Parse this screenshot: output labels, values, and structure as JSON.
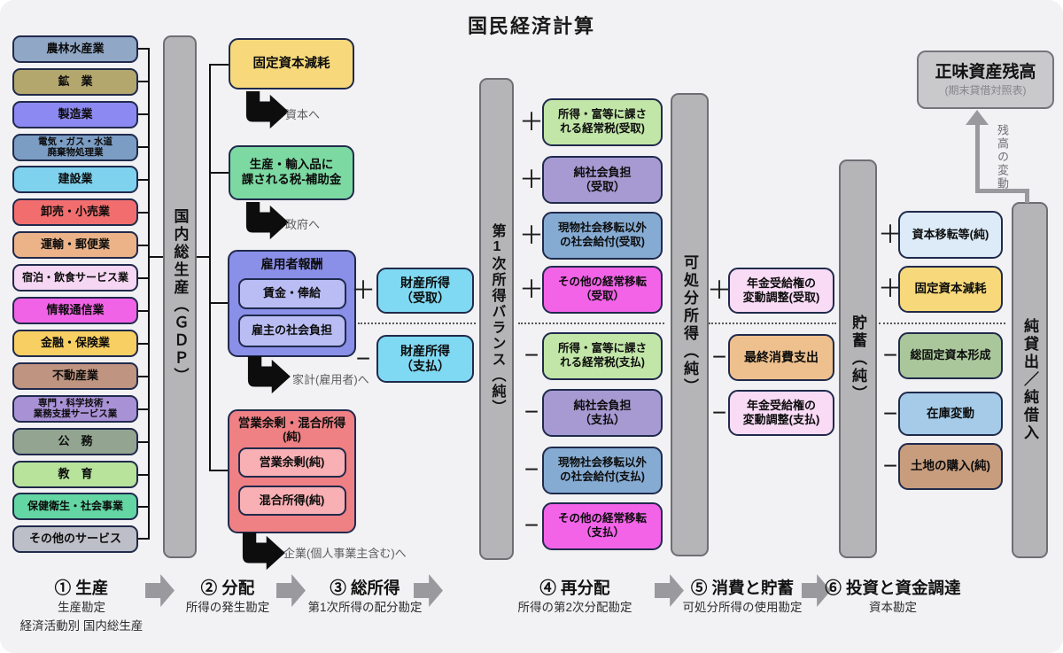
{
  "title": "国民経済計算",
  "industries": [
    {
      "lines": [
        "農林水産業"
      ],
      "color": "#90a7c6"
    },
    {
      "lines": [
        "鉱　業"
      ],
      "color": "#b3a76e"
    },
    {
      "lines": [
        "製造業"
      ],
      "color": "#8d89f2"
    },
    {
      "lines": [
        "電気・ガス・水道",
        "廃棄物処理業"
      ],
      "color": "#7b9dc4"
    },
    {
      "lines": [
        "建設業"
      ],
      "color": "#7fd2ee"
    },
    {
      "lines": [
        "卸売・小売業"
      ],
      "color": "#f26e6e"
    },
    {
      "lines": [
        "運輸・郵便業"
      ],
      "color": "#ecb389"
    },
    {
      "lines": [
        "宿泊・飲食サービス業"
      ],
      "color": "#f6d7f3"
    },
    {
      "lines": [
        "情報通信業"
      ],
      "color": "#f163e6"
    },
    {
      "lines": [
        "金融・保険業"
      ],
      "color": "#f8cf62"
    },
    {
      "lines": [
        "不動産業"
      ],
      "color": "#bf9480"
    },
    {
      "lines": [
        "専門・科学技術・",
        "業務支援サービス業"
      ],
      "color": "#a991d6"
    },
    {
      "lines": [
        "公　務"
      ],
      "color": "#93a591"
    },
    {
      "lines": [
        "教　育"
      ],
      "color": "#b7e39b"
    },
    {
      "lines": [
        "保健衛生・社会事業"
      ],
      "color": "#63d6a4"
    },
    {
      "lines": [
        "その他のサービス"
      ],
      "color": "#bcbfc7"
    }
  ],
  "bars": {
    "gdp": "国内総生産（ＧＤＰ）",
    "primary_income_balance": "第1次所得バランス（純）",
    "disposable_income": "可処分所得（純）",
    "saving": "貯蓄（純）",
    "net_lending": "純貸出／純借入"
  },
  "generation": {
    "fixed_capital": {
      "label": "固定資本減耗",
      "color": "#f7d97c",
      "arrow": "資本へ"
    },
    "taxes": {
      "lines": [
        "生産・輸入品に",
        "課される税-補助金"
      ],
      "color": "#7cd9a2",
      "arrow": "政府へ"
    },
    "compensation": {
      "title": "雇用者報酬",
      "color": "#8a8fe8",
      "inner_color": "#b9bdf4",
      "items": [
        "賃金・俸給",
        "雇主の社会負担"
      ],
      "arrow": "家計(雇用者)へ"
    },
    "surplus": {
      "title_lines": [
        "営業余剰・混合所得",
        "(純)"
      ],
      "color": "#ef8084",
      "inner_color": "#f8b0b4",
      "items": [
        "営業余剰(純)",
        "混合所得(純)"
      ],
      "arrow": "企業(個人事業主含む)へ"
    }
  },
  "property_income": {
    "receipt": {
      "sign": "＋",
      "lines": [
        "財産所得",
        "（受取）"
      ],
      "color": "#7fd9f2"
    },
    "payment": {
      "sign": "−",
      "lines": [
        "財産所得",
        "（支払）"
      ],
      "color": "#7fd9f2"
    }
  },
  "redistribution": {
    "receipts": [
      {
        "sign": "＋",
        "lines": [
          "所得・富等に課さ",
          "れる経常税(受取)"
        ],
        "color": "#c2e6a8"
      },
      {
        "sign": "＋",
        "lines": [
          "純社会負担",
          "（受取）"
        ],
        "color": "#a79ad2"
      },
      {
        "sign": "＋",
        "lines": [
          "現物社会移転以外",
          "の社会給付(受取)"
        ],
        "color": "#85abd3"
      },
      {
        "sign": "＋",
        "lines": [
          "その他の経常移転",
          "（受取）"
        ],
        "color": "#f263e8"
      }
    ],
    "payments": [
      {
        "sign": "−",
        "lines": [
          "所得・富等に課さ",
          "れる経常税(支払)"
        ],
        "color": "#c2e6a8"
      },
      {
        "sign": "−",
        "lines": [
          "純社会負担",
          "（支払）"
        ],
        "color": "#a79ad2"
      },
      {
        "sign": "−",
        "lines": [
          "現物社会移転以外",
          "の社会給付(支払)"
        ],
        "color": "#85abd3"
      },
      {
        "sign": "−",
        "lines": [
          "その他の経常移転",
          "（支払）"
        ],
        "color": "#f263e8"
      }
    ]
  },
  "use_of_income": {
    "items": [
      {
        "sign": "＋",
        "lines": [
          "年金受給権の",
          "変動調整(受取)"
        ],
        "color": "#f9dbf6"
      },
      {
        "sign": "−",
        "lines": [
          "最終消費支出"
        ],
        "color": "#eec08e"
      },
      {
        "sign": "−",
        "lines": [
          "年金受給権の",
          "変動調整(支払)"
        ],
        "color": "#f9dbf6"
      }
    ]
  },
  "capital": {
    "items": [
      {
        "sign": "＋",
        "lines": [
          "資本移転等(純)"
        ],
        "color": "#dcebf7"
      },
      {
        "sign": "＋",
        "lines": [
          "固定資本減耗"
        ],
        "color": "#f7d97c"
      },
      {
        "sign": "−",
        "lines": [
          "総固定資本形成"
        ],
        "color": "#a9c79b"
      },
      {
        "sign": "−",
        "lines": [
          "在庫変動"
        ],
        "color": "#a5cbe8"
      },
      {
        "sign": "−",
        "lines": [
          "土地の購入(純)"
        ],
        "color": "#c79d7e"
      }
    ]
  },
  "net_worth": {
    "title": "正味資産残高",
    "subtitle": "(期末貸借対照表)",
    "arrow_label": "残高の変動"
  },
  "stages": [
    {
      "heading": "① 生産",
      "sub1": "生産勘定",
      "sub2": "経済活動別 国内総生産"
    },
    {
      "heading": "② 分配",
      "sub1": "所得の発生勘定"
    },
    {
      "heading": "③ 総所得",
      "sub1": "第1次所得の配分勘定"
    },
    {
      "heading": "④ 再分配",
      "sub1": "所得の第2次分配勘定"
    },
    {
      "heading": "⑤ 消費と貯蓄",
      "sub1": "可処分所得の使用勘定"
    },
    {
      "heading": "⑥ 投資と資金調達",
      "sub1": "資本勘定"
    }
  ]
}
